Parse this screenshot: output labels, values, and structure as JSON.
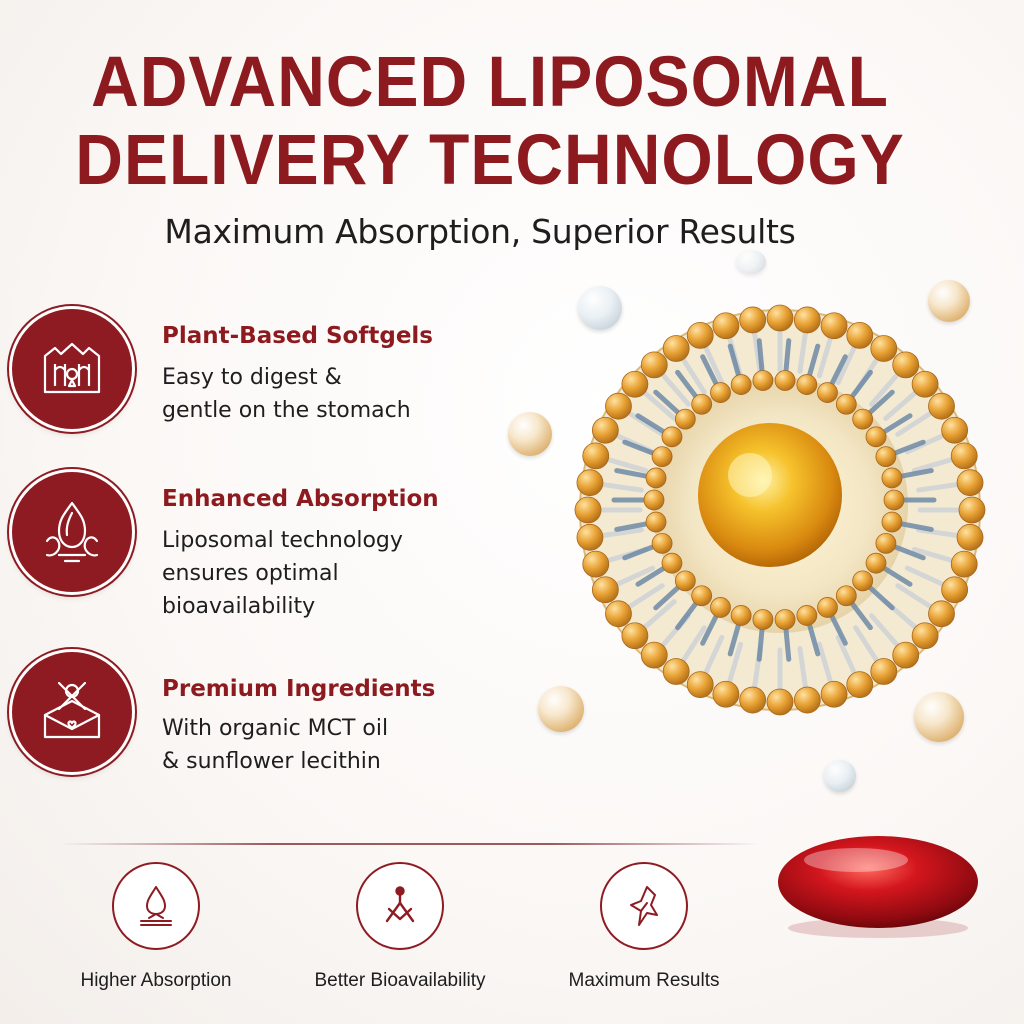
{
  "header": {
    "headline_line1": "ADVANCED LIPOSOMAL",
    "headline_line2": "DELIVERY TECHNOLOGY",
    "subtitle": "Maximum Absorption, Superior Results"
  },
  "features": [
    {
      "title": "Plant-Based Softgels",
      "description_line1": "Easy to digest &",
      "description_line2": "gentle on the stomach",
      "icon": "plant-softgel-icon"
    },
    {
      "title": "Enhanced Absorption",
      "description_line1": "Liposomal technology",
      "description_line2": "ensures optimal",
      "description_line3": "bioavailability",
      "icon": "absorption-icon"
    },
    {
      "title": "Premium Ingredients",
      "description_line1": "With organic MCT oil",
      "description_line2": "& sunflower lecithin",
      "icon": "ingredients-icon"
    }
  ],
  "benefits": [
    {
      "label": "Higher Absorption",
      "icon": "drop-icon"
    },
    {
      "label": "Better Bioavailability",
      "icon": "molecule-icon"
    },
    {
      "label": "Maximum Results",
      "icon": "leaf-arrow-icon"
    }
  ],
  "colors": {
    "brand_red": "#8c1a1f",
    "text_dark": "#1e1e1e",
    "liposome_gold": "#e3a131",
    "liposome_blue": "#6f8aa6",
    "softgel_red": "#b3141c"
  }
}
